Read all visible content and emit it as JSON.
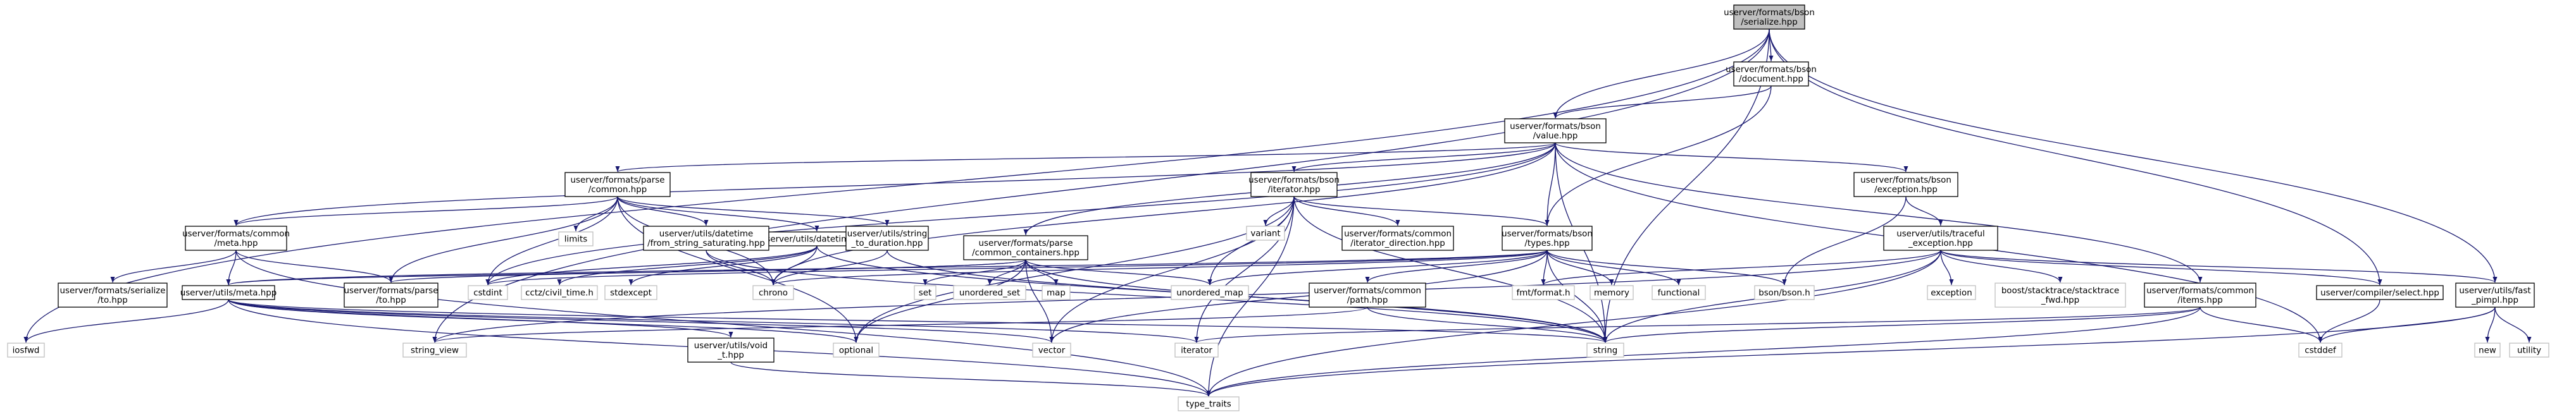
{
  "colors": {
    "background": "#ffffff",
    "root_fill": "#bfbfbf",
    "node_fill": "#ffffff",
    "node_border": "#000000",
    "external_border": "#bfbfbf",
    "edge": "#191970",
    "text": "#000000"
  },
  "graph": {
    "nodes": [
      {
        "id": "root",
        "label": [
          "userver/formats/bson",
          "/serialize.hpp"
        ],
        "kind": "root"
      },
      {
        "id": "document",
        "label": [
          "userver/formats/bson",
          "/document.hpp"
        ],
        "kind": "local"
      },
      {
        "id": "value",
        "label": [
          "userver/formats/bson",
          "/value.hpp"
        ],
        "kind": "local"
      },
      {
        "id": "parse_common",
        "label": [
          "userver/formats/parse",
          "/common.hpp"
        ],
        "kind": "local"
      },
      {
        "id": "iterator_hpp",
        "label": [
          "userver/formats/bson",
          "/iterator.hpp"
        ],
        "kind": "local"
      },
      {
        "id": "bson_exception",
        "label": [
          "userver/formats/bson",
          "/exception.hpp"
        ],
        "kind": "local"
      },
      {
        "id": "common_meta",
        "label": [
          "userver/formats/common",
          "/meta.hpp"
        ],
        "kind": "local"
      },
      {
        "id": "limits",
        "label": [
          "limits"
        ],
        "kind": "external"
      },
      {
        "id": "datetime",
        "label": [
          "userver/utils/datetime.hpp"
        ],
        "kind": "local"
      },
      {
        "id": "dt_from_string",
        "label": [
          "userver/utils/datetime",
          "/from_string_saturating.hpp"
        ],
        "kind": "local"
      },
      {
        "id": "string_to_duration",
        "label": [
          "userver/utils/string",
          "_to_duration.hpp"
        ],
        "kind": "local"
      },
      {
        "id": "variant",
        "label": [
          "variant"
        ],
        "kind": "external"
      },
      {
        "id": "iterator_direction",
        "label": [
          "userver/formats/common",
          "/iterator_direction.hpp"
        ],
        "kind": "local"
      },
      {
        "id": "bson_types",
        "label": [
          "userver/formats/bson",
          "/types.hpp"
        ],
        "kind": "local"
      },
      {
        "id": "traceful_exception",
        "label": [
          "userver/utils/traceful",
          "_exception.hpp"
        ],
        "kind": "local"
      },
      {
        "id": "common_containers",
        "label": [
          "userver/formats/parse",
          "/common_containers.hpp"
        ],
        "kind": "local"
      },
      {
        "id": "serialize_to",
        "label": [
          "userver/formats/serialize",
          "/to.hpp"
        ],
        "kind": "local"
      },
      {
        "id": "utils_meta",
        "label": [
          "userver/utils/meta.hpp"
        ],
        "kind": "local"
      },
      {
        "id": "parse_to",
        "label": [
          "userver/formats/parse",
          "/to.hpp"
        ],
        "kind": "local"
      },
      {
        "id": "cstdint",
        "label": [
          "cstdint"
        ],
        "kind": "external"
      },
      {
        "id": "cctz",
        "label": [
          "cctz/civil_time.h"
        ],
        "kind": "external"
      },
      {
        "id": "stdexcept",
        "label": [
          "stdexcept"
        ],
        "kind": "external"
      },
      {
        "id": "chrono",
        "label": [
          "chrono"
        ],
        "kind": "external"
      },
      {
        "id": "set",
        "label": [
          "set"
        ],
        "kind": "external"
      },
      {
        "id": "unordered_set",
        "label": [
          "unordered_set"
        ],
        "kind": "external"
      },
      {
        "id": "map",
        "label": [
          "map"
        ],
        "kind": "external"
      },
      {
        "id": "unordered_map",
        "label": [
          "unordered_map"
        ],
        "kind": "external"
      },
      {
        "id": "common_path",
        "label": [
          "userver/formats/common",
          "/path.hpp"
        ],
        "kind": "local"
      },
      {
        "id": "fmt_format",
        "label": [
          "fmt/format.h"
        ],
        "kind": "external"
      },
      {
        "id": "memory",
        "label": [
          "memory"
        ],
        "kind": "external"
      },
      {
        "id": "functional",
        "label": [
          "functional"
        ],
        "kind": "external"
      },
      {
        "id": "bson_h",
        "label": [
          "bson/bson.h"
        ],
        "kind": "external"
      },
      {
        "id": "exception",
        "label": [
          "exception"
        ],
        "kind": "external"
      },
      {
        "id": "boost_stacktrace",
        "label": [
          "boost/stacktrace/stacktrace",
          "_fwd.hpp"
        ],
        "kind": "external"
      },
      {
        "id": "common_items",
        "label": [
          "userver/formats/common",
          "/items.hpp"
        ],
        "kind": "local"
      },
      {
        "id": "compiler_select",
        "label": [
          "userver/compiler/select.hpp"
        ],
        "kind": "local"
      },
      {
        "id": "fast_pimpl",
        "label": [
          "userver/utils/fast",
          "_pimpl.hpp"
        ],
        "kind": "local"
      },
      {
        "id": "iosfwd",
        "label": [
          "iosfwd"
        ],
        "kind": "external"
      },
      {
        "id": "string_view",
        "label": [
          "string_view"
        ],
        "kind": "external"
      },
      {
        "id": "void_t",
        "label": [
          "userver/utils/void",
          "_t.hpp"
        ],
        "kind": "local"
      },
      {
        "id": "optional",
        "label": [
          "optional"
        ],
        "kind": "external"
      },
      {
        "id": "vector",
        "label": [
          "vector"
        ],
        "kind": "external"
      },
      {
        "id": "iterator_std",
        "label": [
          "iterator"
        ],
        "kind": "external"
      },
      {
        "id": "string",
        "label": [
          "string"
        ],
        "kind": "external"
      },
      {
        "id": "cstddef",
        "label": [
          "cstddef"
        ],
        "kind": "external"
      },
      {
        "id": "new",
        "label": [
          "new"
        ],
        "kind": "external"
      },
      {
        "id": "utility",
        "label": [
          "utility"
        ],
        "kind": "external"
      },
      {
        "id": "type_traits",
        "label": [
          "type_traits"
        ],
        "kind": "external"
      }
    ],
    "edges": [
      [
        "root",
        "document"
      ],
      [
        "root",
        "value"
      ],
      [
        "root",
        "iosfwd"
      ],
      [
        "root",
        "string_view"
      ],
      [
        "root",
        "compiler_select"
      ],
      [
        "root",
        "fast_pimpl"
      ],
      [
        "root",
        "string"
      ],
      [
        "document",
        "value"
      ],
      [
        "document",
        "bson_types"
      ],
      [
        "value",
        "parse_common"
      ],
      [
        "value",
        "iterator_hpp"
      ],
      [
        "value",
        "bson_exception"
      ],
      [
        "value",
        "common_meta"
      ],
      [
        "value",
        "bson_types"
      ],
      [
        "value",
        "common_containers"
      ],
      [
        "value",
        "common_items"
      ],
      [
        "value",
        "chrono"
      ],
      [
        "value",
        "cstdint"
      ],
      [
        "value",
        "cstddef"
      ],
      [
        "value",
        "string"
      ],
      [
        "parse_common",
        "common_meta"
      ],
      [
        "parse_common",
        "limits"
      ],
      [
        "parse_common",
        "datetime"
      ],
      [
        "parse_common",
        "dt_from_string"
      ],
      [
        "parse_common",
        "string_to_duration"
      ],
      [
        "parse_common",
        "parse_to"
      ],
      [
        "parse_common",
        "cstdint"
      ],
      [
        "parse_common",
        "chrono"
      ],
      [
        "parse_common",
        "optional"
      ],
      [
        "iterator_hpp",
        "variant"
      ],
      [
        "iterator_hpp",
        "iterator_direction"
      ],
      [
        "iterator_hpp",
        "bson_types"
      ],
      [
        "iterator_hpp",
        "unordered_map"
      ],
      [
        "iterator_hpp",
        "optional"
      ],
      [
        "iterator_hpp",
        "vector"
      ],
      [
        "iterator_hpp",
        "iterator_std"
      ],
      [
        "iterator_hpp",
        "string"
      ],
      [
        "iterator_hpp",
        "type_traits"
      ],
      [
        "bson_exception",
        "traceful_exception"
      ],
      [
        "bson_exception",
        "bson_h"
      ],
      [
        "common_meta",
        "serialize_to"
      ],
      [
        "common_meta",
        "utils_meta"
      ],
      [
        "common_meta",
        "parse_to"
      ],
      [
        "common_meta",
        "type_traits"
      ],
      [
        "datetime",
        "cctz"
      ],
      [
        "datetime",
        "stdexcept"
      ],
      [
        "datetime",
        "chrono"
      ],
      [
        "datetime",
        "string"
      ],
      [
        "datetime",
        "cstdint"
      ],
      [
        "dt_from_string",
        "chrono"
      ],
      [
        "dt_from_string",
        "string"
      ],
      [
        "string_to_duration",
        "chrono"
      ],
      [
        "string_to_duration",
        "string"
      ],
      [
        "bson_types",
        "unordered_map"
      ],
      [
        "bson_types",
        "common_path"
      ],
      [
        "bson_types",
        "fmt_format"
      ],
      [
        "bson_types",
        "memory"
      ],
      [
        "bson_types",
        "functional"
      ],
      [
        "bson_types",
        "bson_h"
      ],
      [
        "bson_types",
        "cstdint"
      ],
      [
        "bson_types",
        "chrono"
      ],
      [
        "bson_types",
        "vector"
      ],
      [
        "bson_types",
        "string"
      ],
      [
        "bson_types",
        "utils_meta"
      ],
      [
        "traceful_exception",
        "exception"
      ],
      [
        "traceful_exception",
        "boost_stacktrace"
      ],
      [
        "traceful_exception",
        "fmt_format"
      ],
      [
        "traceful_exception",
        "compiler_select"
      ],
      [
        "traceful_exception",
        "fast_pimpl"
      ],
      [
        "traceful_exception",
        "string"
      ],
      [
        "traceful_exception",
        "string_view"
      ],
      [
        "traceful_exception",
        "type_traits"
      ],
      [
        "common_containers",
        "set"
      ],
      [
        "common_containers",
        "unordered_set"
      ],
      [
        "common_containers",
        "map"
      ],
      [
        "common_containers",
        "unordered_map"
      ],
      [
        "common_containers",
        "optional"
      ],
      [
        "common_containers",
        "vector"
      ],
      [
        "common_containers",
        "utils_meta"
      ],
      [
        "common_containers",
        "parse_to"
      ],
      [
        "common_containers",
        "string"
      ],
      [
        "utils_meta",
        "iosfwd"
      ],
      [
        "utils_meta",
        "void_t"
      ],
      [
        "utils_meta",
        "optional"
      ],
      [
        "utils_meta",
        "vector"
      ],
      [
        "utils_meta",
        "iterator_std"
      ],
      [
        "utils_meta",
        "type_traits"
      ],
      [
        "utils_meta",
        "string"
      ],
      [
        "common_path",
        "string"
      ],
      [
        "common_path",
        "string_view"
      ],
      [
        "common_items",
        "iterator_std"
      ],
      [
        "common_items",
        "cstddef"
      ],
      [
        "common_items",
        "string"
      ],
      [
        "common_items",
        "type_traits"
      ],
      [
        "compiler_select",
        "cstddef"
      ],
      [
        "fast_pimpl",
        "new"
      ],
      [
        "fast_pimpl",
        "utility"
      ],
      [
        "fast_pimpl",
        "cstddef"
      ],
      [
        "fast_pimpl",
        "type_traits"
      ],
      [
        "void_t",
        "type_traits"
      ]
    ]
  }
}
